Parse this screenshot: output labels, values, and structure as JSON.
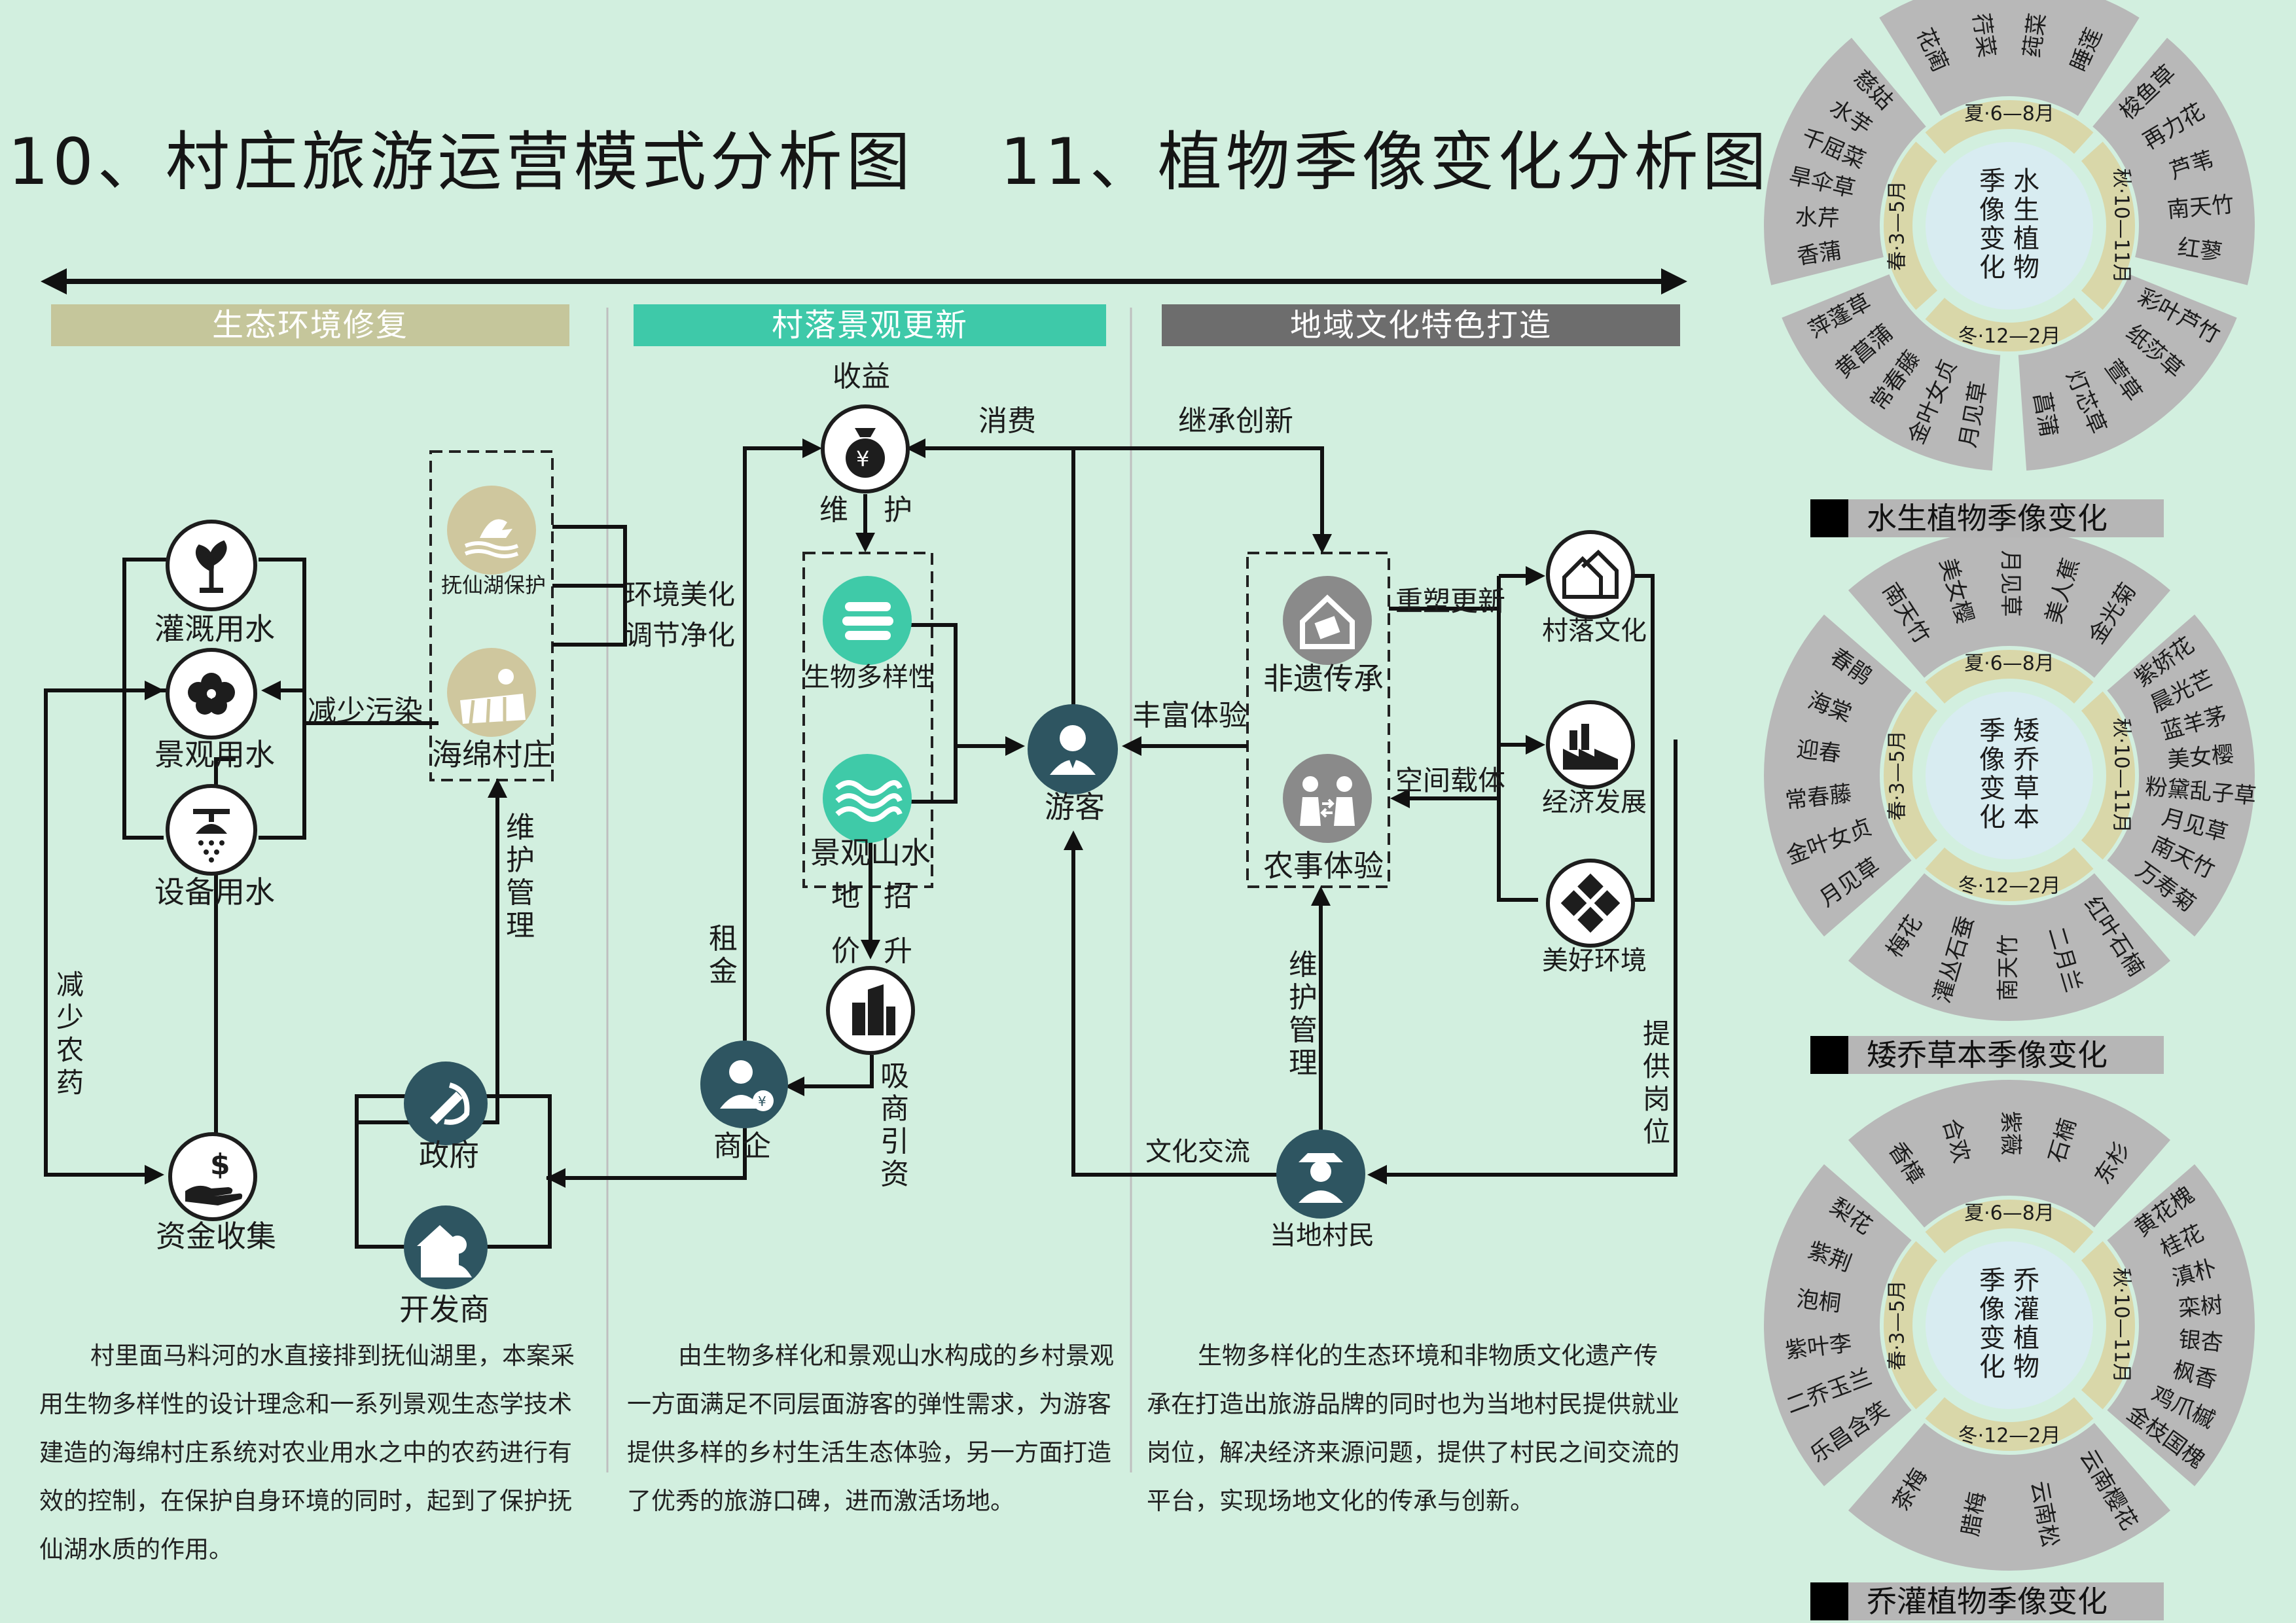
{
  "titles": {
    "left": "10、村庄旅游运营模式分析图",
    "right": "11、植物季像变化分析图"
  },
  "bands": {
    "eco": "生态环境修复",
    "landscape": "村落景观更新",
    "culture": "地域文化特色打造"
  },
  "colors": {
    "eco_band": "#c5c69b",
    "landscape_band": "#3ec9a9",
    "culture_band": "#6d6d6d",
    "node_dark": "#1d1d1d",
    "node_teal": "#2e5561",
    "node_green": "#3fcaa8",
    "node_tan": "#cfc79e",
    "node_gray": "#8a8a8a",
    "ring_gray": "#b8b8b8",
    "ring_tan": "#d9d7a9",
    "ring_center": "#d8ecf1"
  },
  "left_section": {
    "nodes": {
      "irrigation": "灌溉用水",
      "landscape_water": "景观用水",
      "equipment_water": "设备用水",
      "fuxian_protect": "抚仙湖保护",
      "sponge_village": "海绵村庄",
      "fund_collect": "资金收集",
      "government": "政府",
      "developer": "开发商"
    },
    "flow_labels": {
      "reduce_pollution": "减少污染",
      "reduce_pesticide": "减少农药",
      "maintain_manage": "维护管理",
      "env_beautify": "环境美化",
      "regulate_purify": "调节净化"
    },
    "paragraph": "村里面马料河的水直接排到抚仙湖里，本案采用生物多样性的设计理念和一系列景观生态学技术建造的海绵村庄系统对农业用水之中的农药进行有效的控制，在保护自身环境的同时，起到了保护抚仙湖水质的作用。"
  },
  "middle_section": {
    "nodes": {
      "income": "收益",
      "biodiversity": "生物多样性",
      "landscape_water": "景观山水",
      "tourist": "游客",
      "merchant": "商企"
    },
    "flow_labels": {
      "maintain": "维",
      "protect": "护",
      "consume": "消费",
      "land_left": "地",
      "land_right": "招",
      "price_left": "价",
      "price_right": "升",
      "rent": "租金",
      "attract_investment": "吸商引资"
    },
    "paragraph": "由生物多样化和景观山水构成的乡村景观一方面满足不同层面游客的弹性需求，为游客提供多样的乡村生活生态体验，另一方面打造了优秀的旅游口碑，进而激活场地。"
  },
  "right_section": {
    "nodes": {
      "heritage": "非遗传承",
      "farming": "农事体验",
      "village_culture": "村落文化",
      "economy": "经济发展",
      "environment": "美好环境",
      "villagers": "当地村民"
    },
    "flow_labels": {
      "inherit_innovate": "继承创新",
      "rich_experience": "丰富体验",
      "reshape_update": "重塑更新",
      "space_carrier": "空间载体",
      "maintain_manage": "维护管理",
      "cultural_exchange": "文化交流",
      "provide_jobs": "提供岗位"
    },
    "paragraph": "生物多样化的生态环境和非物质文化遗产传承在打造出旅游品牌的同时也为当地村民提供就业岗位，解决经济来源问题，提供了村民之间交流的平台，实现场地文化的传承与创新。"
  },
  "wheels": [
    {
      "center": "水生植物季像变化",
      "label": "水生植物季像变化",
      "season_labels": [
        "夏·6—8月",
        "秋·10—11月",
        "冬·12—2月",
        "春·3—5月"
      ],
      "groups": [
        [
          "花蔺",
          "荇菜",
          "莼菜",
          "睡莲"
        ],
        [
          "梭鱼草",
          "再力花",
          "芦苇",
          "南天竹",
          "红蓼"
        ],
        [
          "彩叶芦竹",
          "纸莎草",
          "萱草",
          "灯芯草",
          "菖蒲"
        ],
        [
          "月见草",
          "金叶女贞",
          "常春藤",
          "黄菖蒲",
          "萍蓬草"
        ],
        [
          "香蒲",
          "水芹",
          "旱伞草",
          "千屈菜",
          "水芋",
          "慈姑"
        ]
      ]
    },
    {
      "center": "矮乔草本季像变化",
      "label": "矮乔草本季像变化",
      "season_labels": [
        "夏·6—8月",
        "秋·10—11月",
        "冬·12—2月",
        "春·3—5月"
      ],
      "groups": [
        [
          "南天竹",
          "美女樱",
          "月见草",
          "美人蕉",
          "金光菊"
        ],
        [
          "紫娇花",
          "晨光芒",
          "蓝羊茅",
          "美女樱",
          "粉黛乱子草",
          "月见草",
          "南天竹",
          "万寿菊"
        ],
        [
          "红叶石楠",
          "二月兰",
          "南天竹",
          "灌丛石蚕",
          "梅花"
        ],
        [
          "月见草",
          "金叶女贞",
          "常春藤",
          "迎春",
          "海棠",
          "春鹃"
        ]
      ]
    },
    {
      "center": "乔灌植物季像变化",
      "label": "乔灌植物季像变化",
      "season_labels": [
        "夏·6—8月",
        "秋·10—11月",
        "冬·12—2月",
        "春·3—5月"
      ],
      "groups": [
        [
          "香樟",
          "合欢",
          "紫薇",
          "石楠",
          "东杉"
        ],
        [
          "黄花槐",
          "桂花",
          "滇朴",
          "栾树",
          "银杏",
          "枫香",
          "鸡爪槭",
          "金枝国槐"
        ],
        [
          "云南樱花",
          "云南松",
          "腊梅",
          "茶梅"
        ],
        [
          "乐昌含笑",
          "二乔玉兰",
          "紫叶李",
          "泡桐",
          "紫荆",
          "梨花"
        ]
      ]
    }
  ]
}
